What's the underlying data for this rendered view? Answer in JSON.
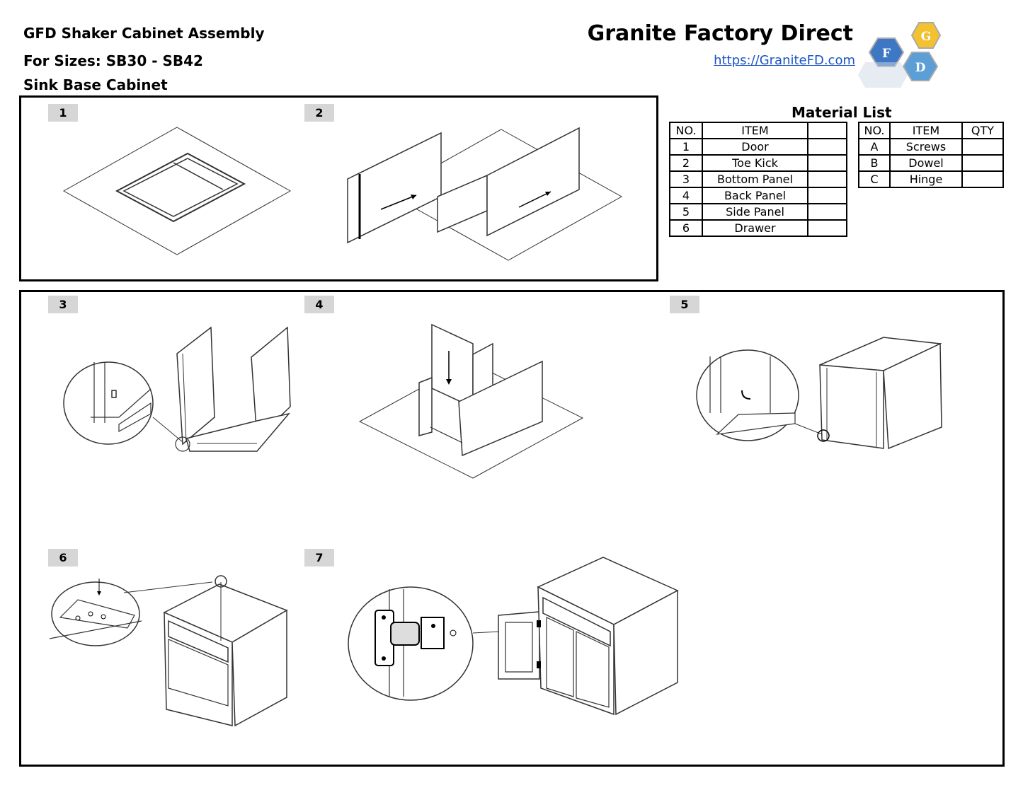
{
  "header": {
    "title": "GFD Shaker Cabinet Assembly",
    "sizes": "For Sizes: SB30 - SB42",
    "subtitle": "Sink Base Cabinet"
  },
  "brand": {
    "name": "Granite Factory Direct",
    "url": "https://GraniteFD.com",
    "logo_letters": [
      "G",
      "F",
      "D"
    ],
    "logo_colors": [
      "#f2c230",
      "#3e77c4",
      "#5c9fd6"
    ]
  },
  "material_list": {
    "title": "Material List",
    "parts_headers": [
      "NO.",
      "ITEM",
      ""
    ],
    "parts": [
      {
        "no": "1",
        "item": "Door",
        "qty": ""
      },
      {
        "no": "2",
        "item": "Toe Kick",
        "qty": ""
      },
      {
        "no": "3",
        "item": "Bottom Panel",
        "qty": ""
      },
      {
        "no": "4",
        "item": "Back Panel",
        "qty": ""
      },
      {
        "no": "5",
        "item": "Side Panel",
        "qty": ""
      },
      {
        "no": "6",
        "item": "Drawer",
        "qty": ""
      }
    ],
    "hardware_headers": [
      "NO.",
      "ITEM",
      "QTY"
    ],
    "hardware": [
      {
        "no": "A",
        "item": "Screws",
        "qty": ""
      },
      {
        "no": "B",
        "item": "Dowel",
        "qty": ""
      },
      {
        "no": "C",
        "item": "Hinge",
        "qty": ""
      }
    ]
  },
  "steps": [
    "1",
    "2",
    "3",
    "4",
    "5",
    "6",
    "7"
  ]
}
